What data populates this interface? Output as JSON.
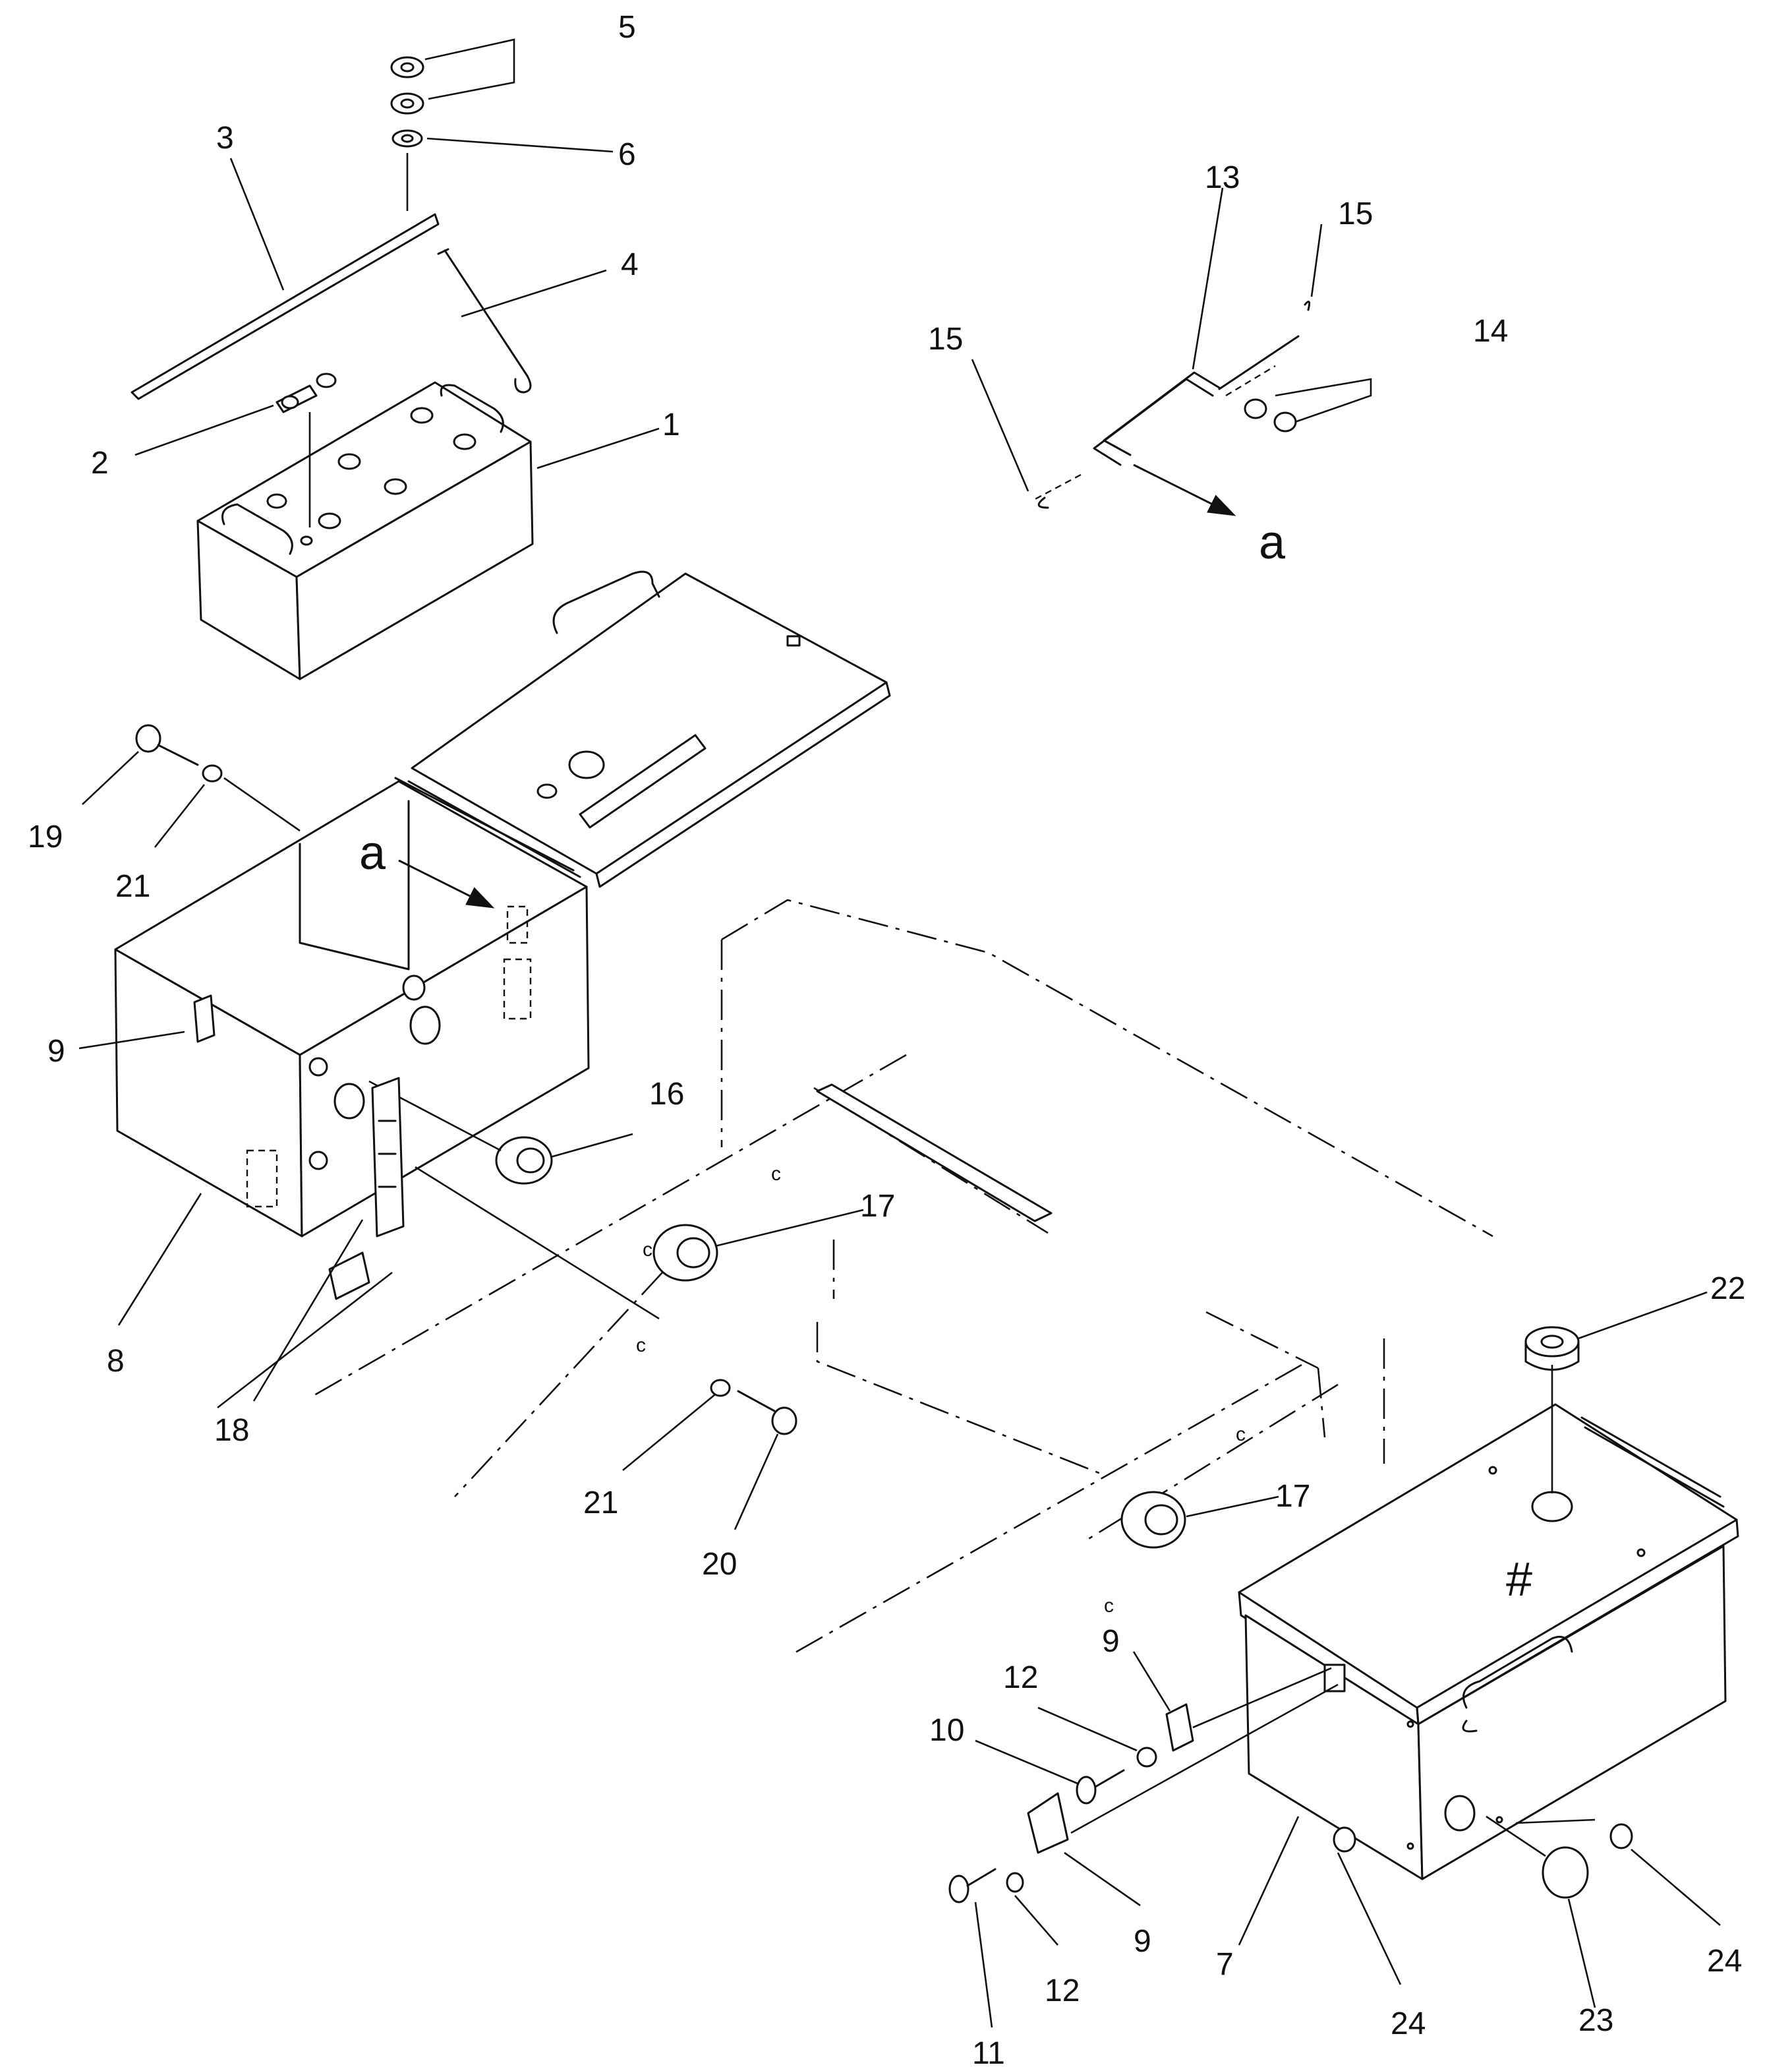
{
  "diagram": {
    "labels": {
      "p1": "1",
      "p2": "2",
      "p3": "3",
      "p4": "4",
      "p5": "5",
      "p6": "6",
      "p7": "7",
      "p8": "8",
      "p9a": "9",
      "p9b": "9",
      "p9c": "9",
      "p10": "10",
      "p11": "11",
      "p12a": "12",
      "p12b": "12",
      "p13": "13",
      "p14": "14",
      "p15a": "15",
      "p15b": "15",
      "p16": "16",
      "p17a": "17",
      "p17b": "17",
      "p18": "18",
      "p19": "19",
      "p20": "20",
      "p21a": "21",
      "p21b": "21",
      "p22": "22",
      "p23": "23",
      "p24a": "24",
      "p24b": "24"
    },
    "view_arrow_detail": "a",
    "view_arrow_box": "a",
    "lid_mark": "#",
    "small_marks": [
      "c",
      "c",
      "c",
      "c",
      "c"
    ]
  }
}
